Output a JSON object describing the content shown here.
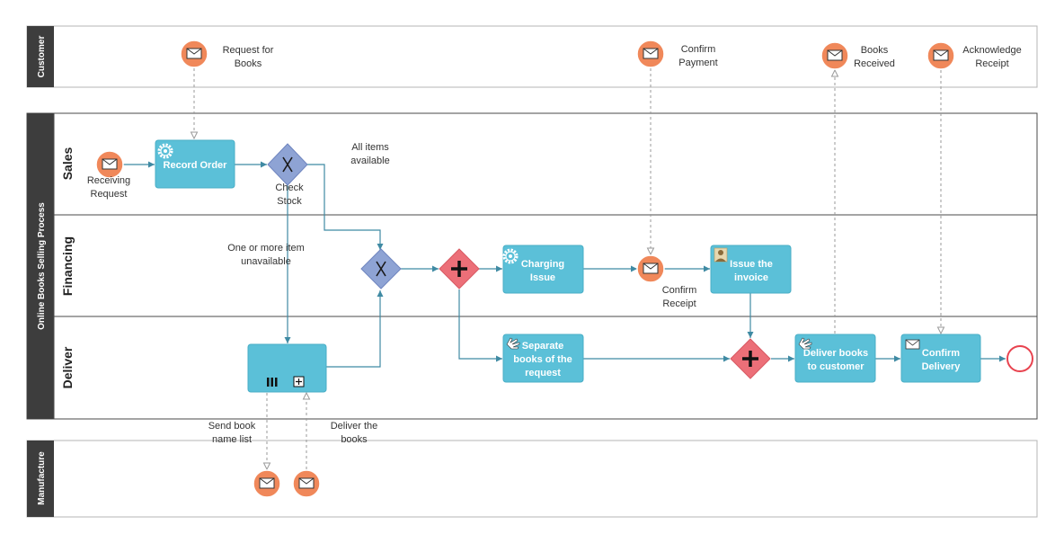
{
  "pools": {
    "customer": "Customer",
    "process": "Online Books Selling Process",
    "manufacture": "Manufacture"
  },
  "lanes": {
    "sales": "Sales",
    "financing": "Financing",
    "deliver": "Deliver"
  },
  "tasks": {
    "record_order": "Record Order",
    "charging_issue": [
      "Charging",
      "Issue"
    ],
    "issue_invoice": [
      "Issue the",
      "invoice"
    ],
    "separate_books": [
      "Separate",
      "books of the",
      "request"
    ],
    "deliver_books": [
      "Deliver books",
      "to customer"
    ],
    "confirm_delivery": [
      "Confirm",
      "Delivery"
    ]
  },
  "labels": {
    "request_for_books": [
      "Request for",
      "Books"
    ],
    "confirm_payment": [
      "Confirm",
      "Payment"
    ],
    "books_received": [
      "Books",
      "Received"
    ],
    "acknowledge_receipt": [
      "Acknowledge",
      "Receipt"
    ],
    "receiving_request": [
      "Receiving",
      "Request"
    ],
    "check_stock": [
      "Check",
      "Stock"
    ],
    "all_items_available": [
      "All items",
      "available"
    ],
    "one_or_more_unavailable": [
      "One or more item",
      "unavailable"
    ],
    "confirm_receipt": [
      "Confirm",
      "Receipt"
    ],
    "send_book_name_list": [
      "Send book",
      "name list"
    ],
    "deliver_the_books": [
      "Deliver the",
      "books"
    ]
  },
  "colors": {
    "task_fill": "#5bc0d8",
    "event_fill": "#f0885a",
    "gateway_exclusive": "#8ea3d4",
    "gateway_parallel": "#ec6f78",
    "end_event": "#e8434f",
    "flow_line": "#3f8aa3",
    "pool_header": "#3d3d3d"
  }
}
